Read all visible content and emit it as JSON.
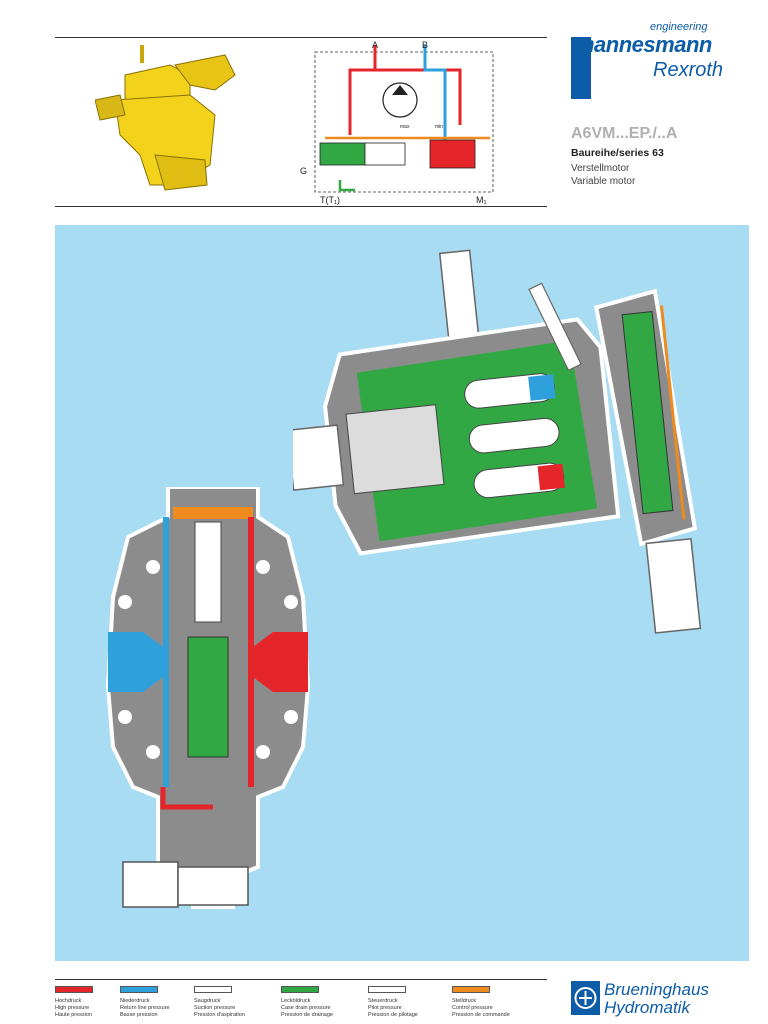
{
  "header": {
    "logo_engineering": "engineering",
    "logo_mannesmann": "mannesmann",
    "logo_rexroth": "Rexroth",
    "model": "A6VM...EP./..A",
    "series": "Baureihe/series 63",
    "subtitle_de": "Verstellmotor",
    "subtitle_en": "Variable motor"
  },
  "schematic": {
    "port_a": "A",
    "port_b": "B",
    "port_g": "G",
    "port_t": "T(T₁)",
    "port_m": "M₁",
    "label_max": "max",
    "label_min": "min"
  },
  "legend": [
    {
      "color": "#e4262b",
      "de": "Hochdruck",
      "en": "High pressure",
      "fr": "Haute pression"
    },
    {
      "color": "#2ea0dc",
      "de": "Niederdruck",
      "en": "Return line pressure",
      "fr": "Basse pression"
    },
    {
      "color": "#ffffff",
      "de": "Saugdruck",
      "en": "Suction pressure",
      "fr": "Pression d'aspiration"
    },
    {
      "color": "#32a845",
      "de": "Lecköldruck",
      "en": "Case drain pressure",
      "fr": "Pression de drainage"
    },
    {
      "color": "#ffffff",
      "de": "Steuerdruck",
      "en": "Pilot pressure",
      "fr": "Pression de pilotage"
    },
    {
      "color": "#ee8a1e",
      "de": "Stelldruck",
      "en": "Control pressure",
      "fr": "Pression de commande"
    }
  ],
  "footer": {
    "brand_line1": "Brueninghaus",
    "brand_line2": "Hydromatik"
  },
  "colors": {
    "brand_blue": "#0d5ca8",
    "panel_bg": "#a8dcf2",
    "housing_grey": "#8c8c8c",
    "leak_green": "#32a845",
    "high_red": "#e4262b",
    "low_blue": "#2ea0dc",
    "control_orange": "#ee8a1e",
    "motor_yellow": "#f2d21b"
  }
}
